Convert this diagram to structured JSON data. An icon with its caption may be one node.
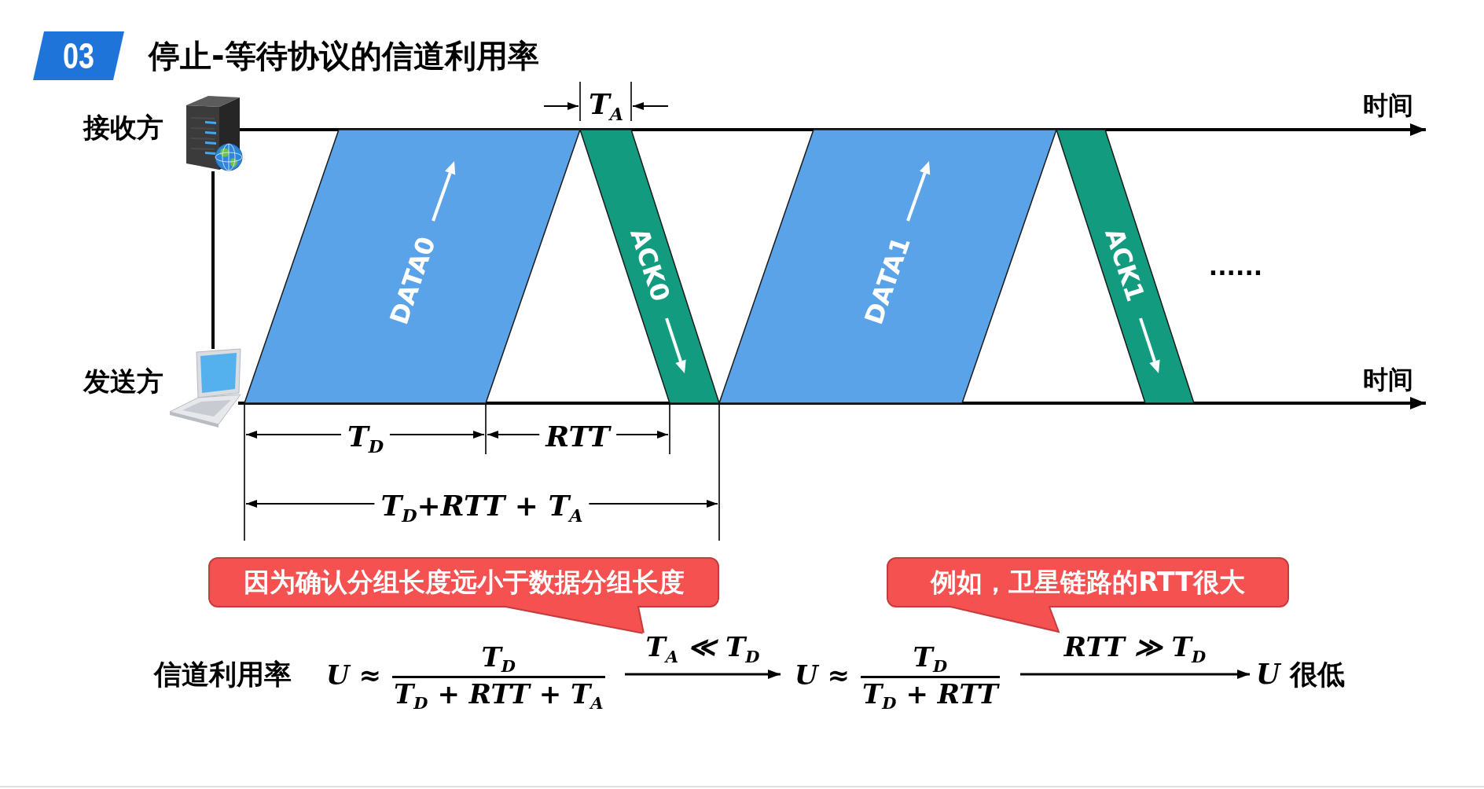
{
  "diagram": {
    "title": "停止-等待协议的信道利用率",
    "nodes": [
      {
        "text": [
          "03"
        ]
      },
      {
        "text": [],
        "shape": "picture",
        "beside": [
          "接收方"
        ]
      },
      {
        "text": [
          "DATA0"
        ]
      },
      {
        "text": [
          "ACK0"
        ]
      },
      {
        "text": [
          "DATA1"
        ]
      },
      {
        "text": [
          "ACK1"
        ]
      },
      {
        "text": [],
        "shape": "picture",
        "beside": [
          "发送方"
        ]
      },
      {
        "text": [
          "因为确认分组长度远小于数据分组长度"
        ]
      },
      {
        "text": [
          "例如，卫星链路的RTT很大"
        ]
      },
      {
        "text": [
          "U ≈",
          "T$_{D}$",
          "T$_{D}$ + RTT + T$_{A}$"
        ]
      },
      {
        "text": [
          "U ≈",
          "T$_{D}$",
          "T$_{D}$ + RTT"
        ]
      },
      {
        "text": [
          "*U* 很低"
        ]
      }
    ],
    "edges": [
      {
        "from": 1,
        "to": 6,
        "arrow": "none"
      },
      {
        "from": 9,
        "to": 10,
        "arrow": "to",
        "label": "T$_{A}$ ≪ T$_{D}$"
      },
      {
        "from": 10,
        "to": 11,
        "arrow": "to",
        "label": "RTT ≫ T$_{D}$"
      }
    ],
    "labels": [
      "T$_{A}$",
      "时间",
      "......",
      "时间",
      "T$_{D}$",
      "RTT",
      "T$_{D}$+RTT + T$_{A}$",
      "信道利用率"
    ]
  }
}
